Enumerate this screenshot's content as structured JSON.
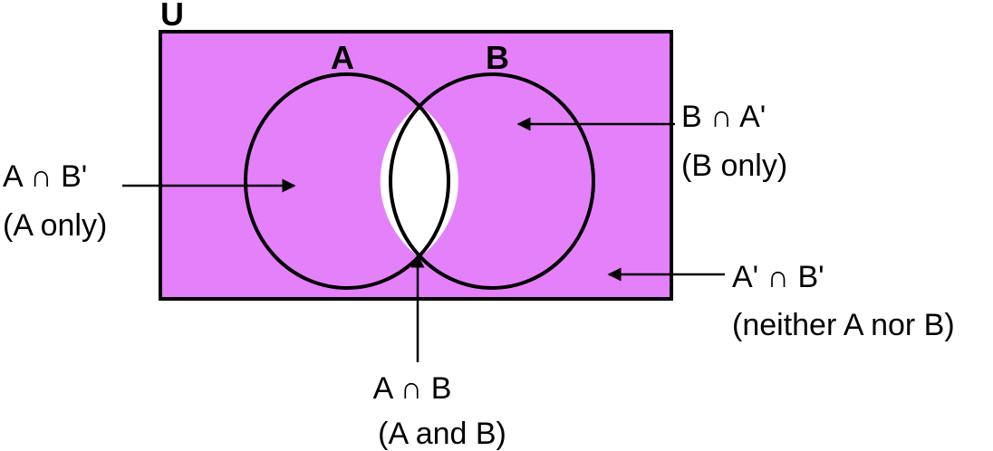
{
  "colors": {
    "universe_fill": "#e580fb",
    "intersection_fill": "#ffffff",
    "stroke": "#000000"
  },
  "sets": {
    "universe": "U",
    "a": "A",
    "b": "B"
  },
  "regions": {
    "a_only": {
      "expr": "A ∩ B'",
      "desc": "(A only)"
    },
    "b_only": {
      "expr": "B ∩ A'",
      "desc": "(B only)"
    },
    "both": {
      "expr": "A ∩ B",
      "desc": "(A and B)"
    },
    "neither": {
      "expr": "A' ∩ B'",
      "desc": "(neither A nor B)"
    }
  }
}
